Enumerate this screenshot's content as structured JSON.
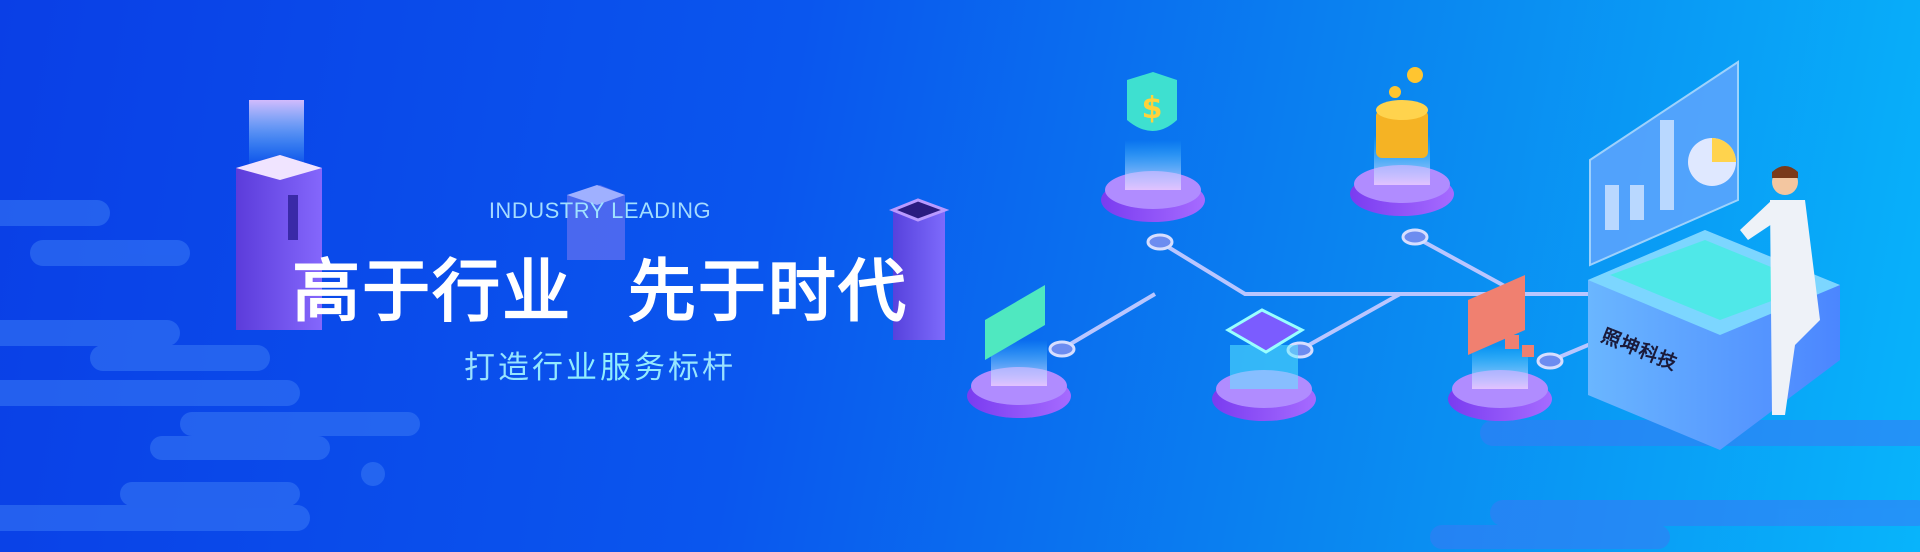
{
  "banner": {
    "subtitle_en": "INDUSTRY LEADING",
    "title": "高于行业 先于时代",
    "tagline": "打造行业服务标杆",
    "brand_label": "照坤科技"
  },
  "colors": {
    "bg_start": "#0a3fe6",
    "bg_end": "#08b4fb",
    "accent_purple": "#8a4dff",
    "accent_cyan": "#5ef0ff"
  }
}
